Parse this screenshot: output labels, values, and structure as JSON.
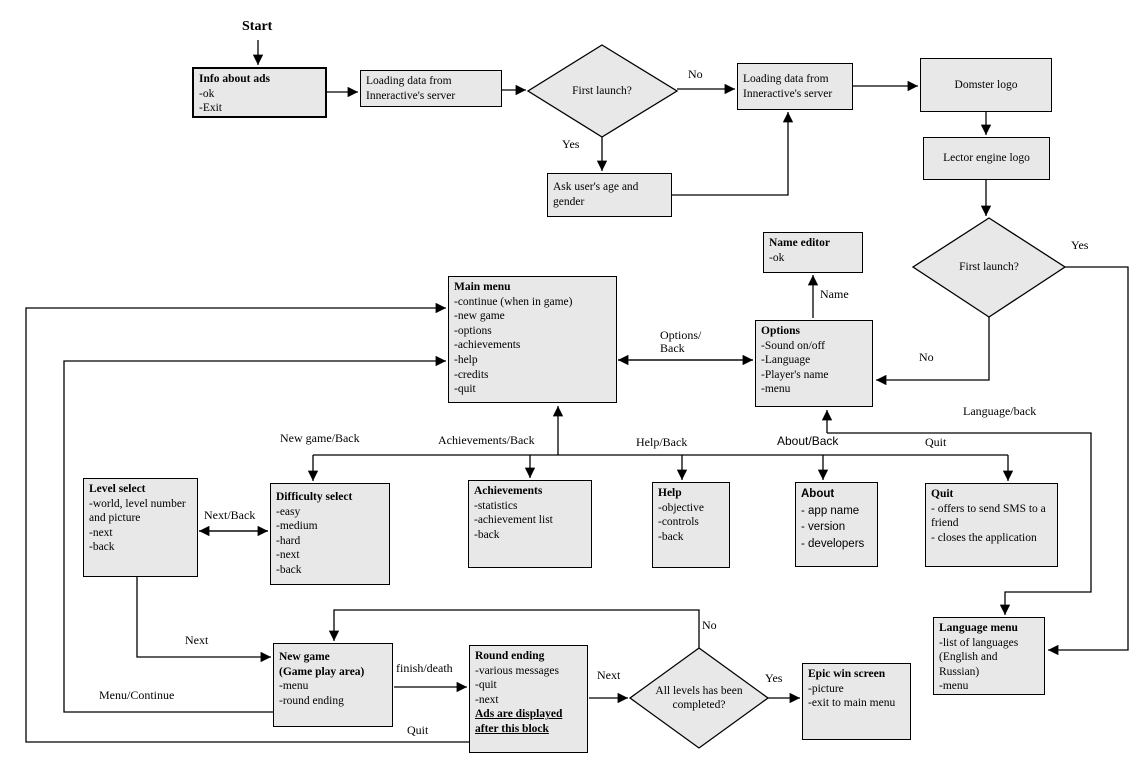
{
  "diagram": {
    "start_label": "Start",
    "nodes": {
      "info_ads": {
        "title": "Info about ads",
        "lines": [
          "-ok",
          "-Exit"
        ]
      },
      "loading_server_1": {
        "lines": [
          "Loading data from",
          "Inneractive's server"
        ]
      },
      "loading_server_2": {
        "lines": [
          "Loading data from",
          "Inneractive's server"
        ]
      },
      "ask_age": {
        "lines": [
          "Ask user's age and",
          "gender"
        ]
      },
      "domster_logo": {
        "text": "Domster logo"
      },
      "lector_logo": {
        "text": "Lector engine logo"
      },
      "name_editor": {
        "title": "Name editor",
        "lines": [
          "-ok"
        ]
      },
      "options": {
        "title": "Options",
        "lines": [
          "-Sound on/off",
          "-Language",
          "-Player's name",
          "-menu"
        ]
      },
      "main_menu": {
        "title": "Main menu",
        "lines": [
          "-continue (when in game)",
          "-new game",
          "-options",
          "-achievements",
          "-help",
          "-credits",
          "-quit"
        ]
      },
      "level_select": {
        "title": "Level select",
        "lines": [
          "-world, level number and picture",
          "-next",
          "-back"
        ]
      },
      "difficulty_select": {
        "title": "Difficulty select",
        "lines": [
          "-easy",
          "-medium",
          "-hard",
          "-next",
          "-back"
        ]
      },
      "achievements": {
        "title": "Achievements",
        "lines": [
          "-statistics",
          "-achievement list",
          "-back"
        ]
      },
      "help": {
        "title": "Help",
        "lines": [
          "-objective",
          "-controls",
          "-back"
        ]
      },
      "about": {
        "title": "About",
        "lines": [
          "- app name",
          "- version",
          "- developers"
        ]
      },
      "quit": {
        "title": "Quit",
        "lines": [
          "- offers to send SMS to a friend",
          "- closes the application"
        ]
      },
      "language_menu": {
        "title": "Language menu",
        "lines": [
          "-list of languages (English and Russian)",
          "-menu"
        ]
      },
      "new_game": {
        "title": "New game",
        "subtitle": "(Game play area)",
        "lines": [
          "-menu",
          "-round ending"
        ]
      },
      "round_ending": {
        "title": "Round ending",
        "lines": [
          "-various messages",
          "-quit",
          "-next"
        ],
        "note": "Ads are displayed\nafter this block"
      },
      "epic_win": {
        "title": "Epic win screen",
        "lines": [
          "-picture",
          "-exit to main menu"
        ]
      }
    },
    "decisions": {
      "first_launch_1": "First launch?",
      "first_launch_2": "First launch?",
      "all_levels": "All levels has been completed?"
    },
    "edge_labels": {
      "no_launch_1": "No",
      "yes_launch_1": "Yes",
      "yes_launch_2": "Yes",
      "no_launch_2": "No",
      "name": "Name",
      "options_back": "Options/\nBack",
      "language_back": "Language/back",
      "new_game_back": "New game/Back",
      "achievements_back": "Achievements/Back",
      "help_back": "Help/Back",
      "about_back": "About/Back",
      "quit": "Quit",
      "next_back": "Next/Back",
      "next_level": "Next",
      "menu_continue": "Menu/Continue",
      "quit_bottom": "Quit",
      "finish_death": "finish/death",
      "next_round": "Next",
      "no_levels": "No",
      "yes_levels": "Yes"
    }
  }
}
